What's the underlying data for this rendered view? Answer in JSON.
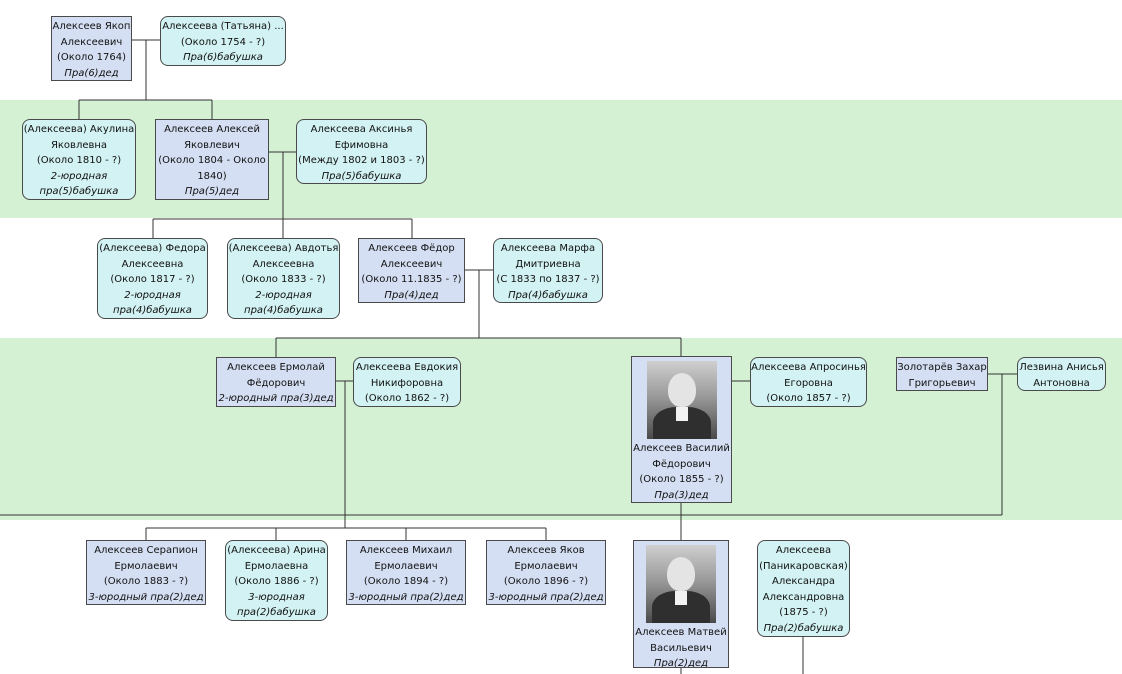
{
  "people": {
    "p1": {
      "lines": [
        "Алексеев Якоп",
        "Алексеевич",
        "(Около 1764)"
      ],
      "relation": "Пра(6)дед"
    },
    "p2": {
      "lines": [
        "Алексеева (Татьяна) ...",
        "(Около 1754 - ?)"
      ],
      "relation": "Пра(6)бабушка"
    },
    "p3": {
      "lines": [
        "(Алексеева) Акулина",
        "Яковлевна",
        "(Около 1810 - ?)"
      ],
      "relation_lines": [
        "2-юродная",
        "пра(5)бабушка"
      ]
    },
    "p4": {
      "lines": [
        "Алексеев Алексей",
        "Яковлевич",
        "(Около 1804 - Около",
        "1840)"
      ],
      "relation": "Пра(5)дед"
    },
    "p5": {
      "lines": [
        "Алексеева Аксинья",
        "Ефимовна",
        "(Между 1802 и 1803 - ?)"
      ],
      "relation": "Пра(5)бабушка"
    },
    "p6": {
      "lines": [
        "(Алексеева) Федора",
        "Алексеевна",
        "(Около 1817 - ?)"
      ],
      "relation_lines": [
        "2-юродная",
        "пра(4)бабушка"
      ]
    },
    "p7": {
      "lines": [
        "(Алексеева) Авдотья",
        "Алексеевна",
        "(Около 1833 - ?)"
      ],
      "relation_lines": [
        "2-юродная",
        "пра(4)бабушка"
      ]
    },
    "p8": {
      "lines": [
        "Алексеев Фёдор",
        "Алексеевич",
        "(Около 11.1835 - ?)"
      ],
      "relation": "Пра(4)дед"
    },
    "p9": {
      "lines": [
        "Алексеева Марфа",
        "Дмитриевна",
        "(С 1833 по 1837 - ?)"
      ],
      "relation": "Пра(4)бабушка"
    },
    "p10": {
      "lines": [
        "Алексеев Ермолай",
        "Фёдорович"
      ],
      "relation": "2-юродный пра(3)дед"
    },
    "p11": {
      "lines": [
        "Алексеева Евдокия",
        "Никифоровна",
        "(Около 1862 - ?)"
      ]
    },
    "p12": {
      "lines": [
        "Алексеев Василий",
        "Фёдорович",
        "(Около 1855 - ?)"
      ],
      "relation": "Пра(3)дед"
    },
    "p13": {
      "lines": [
        "Алексеева Апросинья",
        "Егоровна",
        "(Около 1857 - ?)"
      ]
    },
    "p14": {
      "lines": [
        "Золотарёв Захар",
        "Григорьевич"
      ]
    },
    "p15": {
      "lines": [
        "Лезвина Анисья",
        "Антоновна"
      ]
    },
    "p16": {
      "lines": [
        "Алексеев Серапион",
        "Ермолаевич",
        "(Около 1883 - ?)"
      ],
      "relation": "3-юродный пра(2)дед"
    },
    "p17": {
      "lines": [
        "(Алексеева) Арина",
        "Ермолаевна",
        "(Около 1886 - ?)"
      ],
      "relation_lines": [
        "3-юродная",
        "пра(2)бабушка"
      ]
    },
    "p18": {
      "lines": [
        "Алексеев Михаил",
        "Ермолаевич",
        "(Около 1894 - ?)"
      ],
      "relation": "3-юродный пра(2)дед"
    },
    "p19": {
      "lines": [
        "Алексеев Яков",
        "Ермолаевич",
        "(Около 1896 - ?)"
      ],
      "relation": "3-юродный пра(2)дед"
    },
    "p20": {
      "lines": [
        "Алексеев Матвей",
        "Васильевич"
      ],
      "relation": "Пра(2)дед"
    },
    "p21": {
      "lines": [
        "Алексеева",
        "(Паникаровская)",
        "Александра",
        "Александровна",
        "(1875 - ?)"
      ],
      "relation": "Пра(2)бабушка"
    }
  },
  "colors": {
    "male_fill": "#d5dff3",
    "female_fill": "#d3f2f3",
    "band_fill": "#d4f1d4",
    "line": "#333333"
  }
}
